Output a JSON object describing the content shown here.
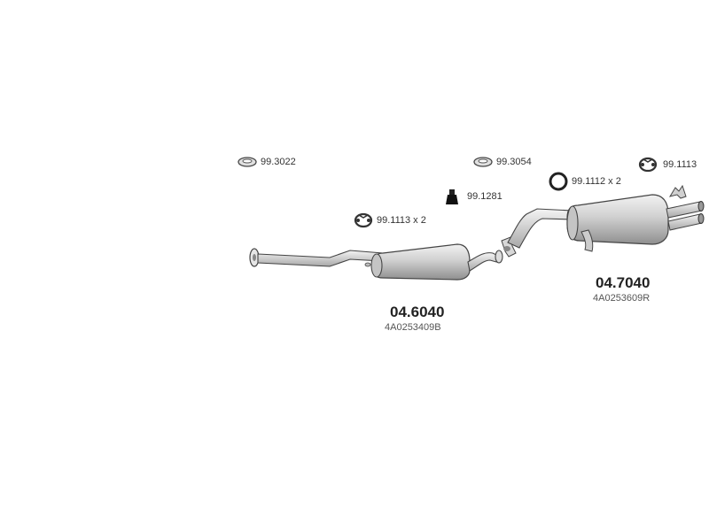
{
  "parts": {
    "front_section": {
      "number": "04.6040",
      "oem": "4A0253409B"
    },
    "rear_section": {
      "number": "04.7040",
      "oem": "4A0253609R"
    }
  },
  "accessories": [
    {
      "label": "99.3022",
      "icon": "hanger-ring-icon"
    },
    {
      "label": "99.3054",
      "icon": "hanger-ring-icon"
    },
    {
      "label": "99.1113",
      "icon": "rubber-mount-icon"
    },
    {
      "label": "99.1112 x 2",
      "icon": "sealing-ring-icon"
    },
    {
      "label": "99.1281",
      "icon": "rubber-buffer-icon"
    },
    {
      "label": "99.1113 x 2",
      "icon": "rubber-mount-icon"
    }
  ]
}
